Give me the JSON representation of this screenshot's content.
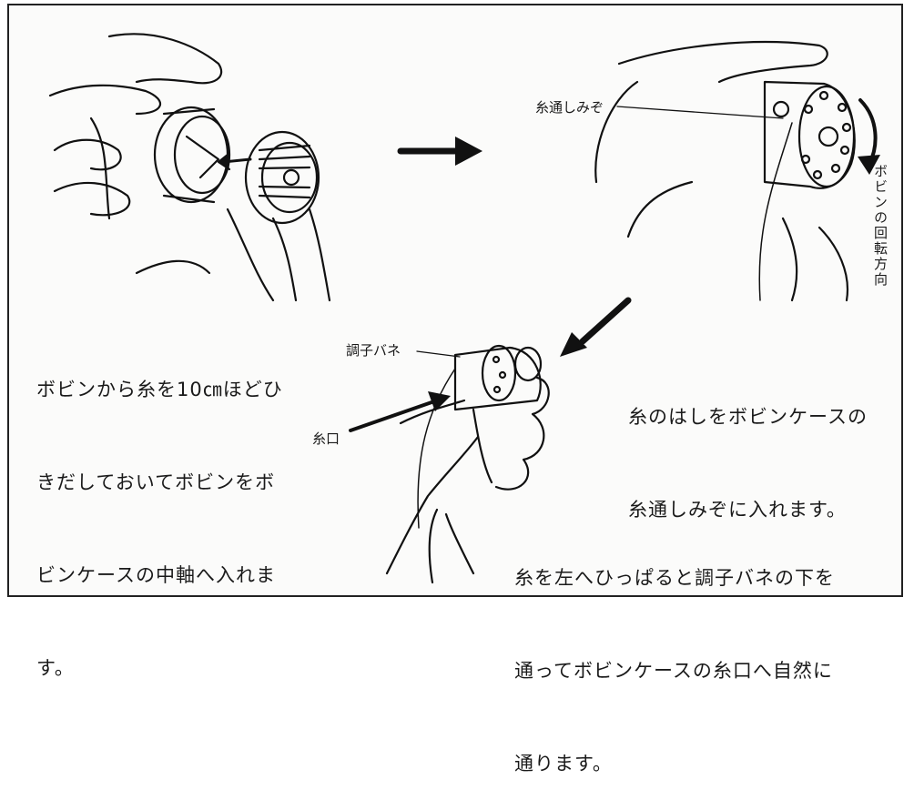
{
  "step1": {
    "lines": [
      "ボビンから糸を10㎝ほどひ",
      "きだしておいてボビンをボ",
      "ビンケースの中軸へ入れま",
      "す。"
    ]
  },
  "step2": {
    "lines": [
      "糸のはしをボビンケースの",
      "糸通しみぞに入れます。"
    ],
    "label_groove": "糸通しみぞ",
    "label_rotation": "ボビンの回転方向"
  },
  "step3": {
    "lines": [
      "糸を左へひっぱると調子バネの下を",
      "通ってボビンケースの糸口へ自然に",
      "通ります。"
    ],
    "label_spring": "調子バネ",
    "label_mouth": "糸口"
  }
}
